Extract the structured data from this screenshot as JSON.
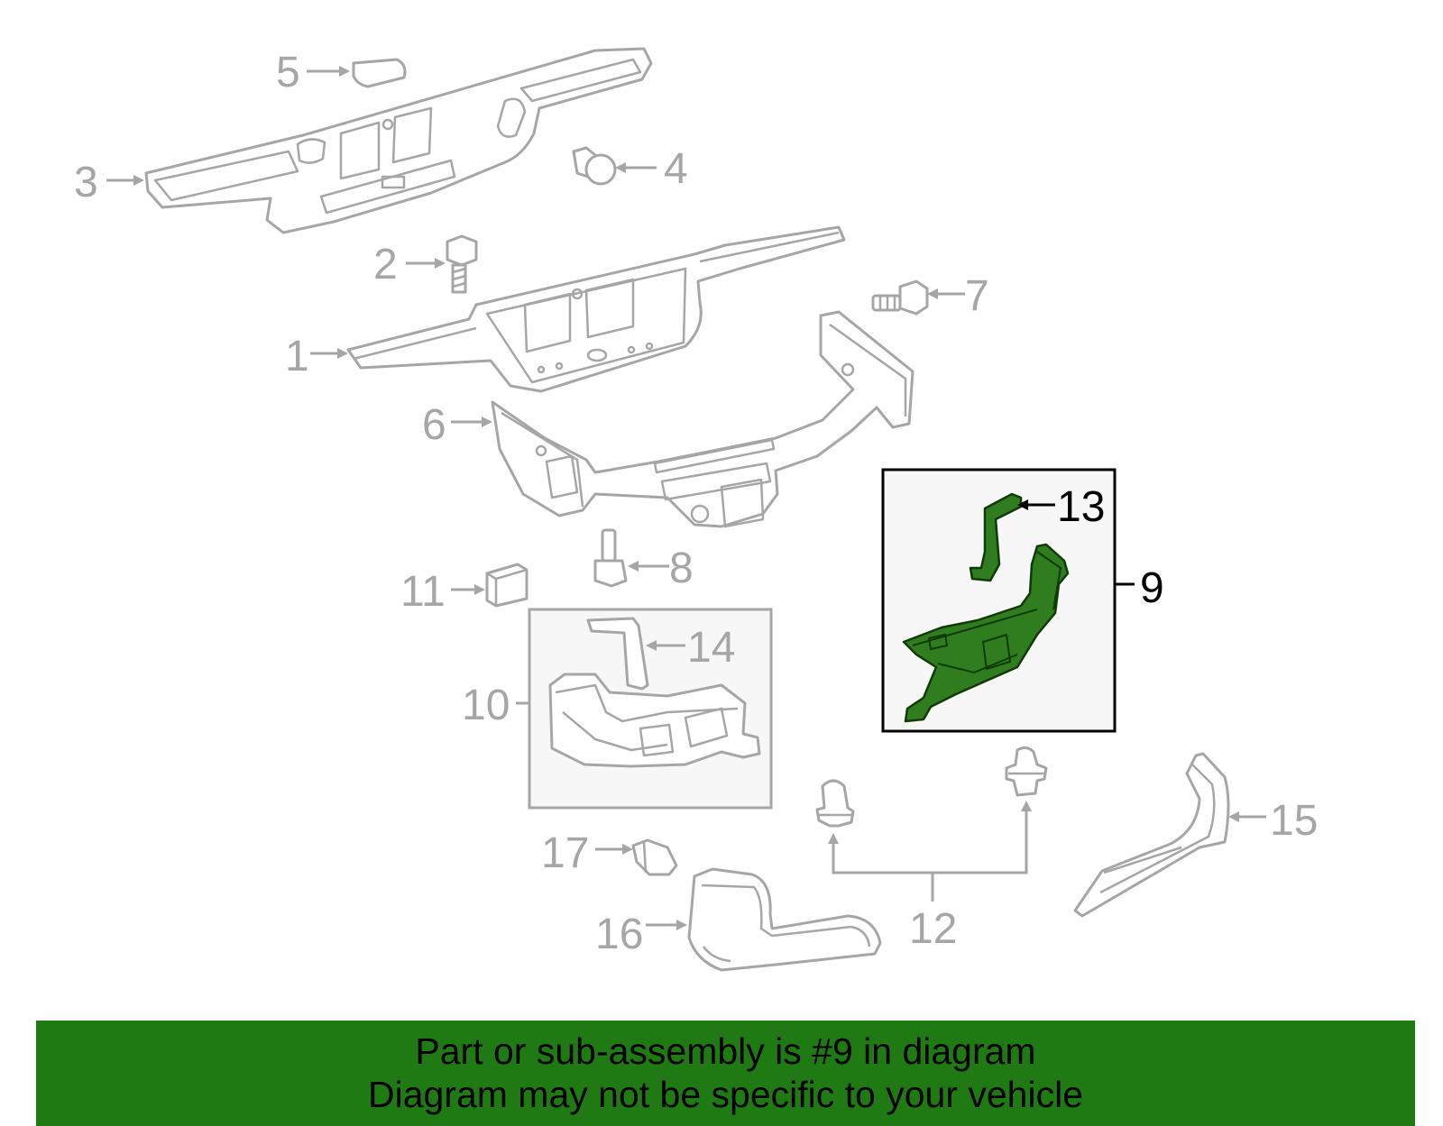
{
  "callouts": {
    "c1": "1",
    "c2": "2",
    "c3": "3",
    "c4": "4",
    "c5": "5",
    "c6": "6",
    "c7": "7",
    "c8": "8",
    "c9": "9",
    "c10": "10",
    "c11": "11",
    "c12": "12",
    "c13": "13",
    "c14": "14",
    "c15": "15",
    "c16": "16",
    "c17": "17"
  },
  "highlighted_part": "9",
  "colors": {
    "highlight_fill": "#2f7d1f",
    "banner_background": "#1f7a14",
    "line_art": "#a6a6a6"
  },
  "banner": {
    "line1": "Part or sub-assembly is #9 in diagram",
    "line2": "Diagram may not be specific to your vehicle"
  }
}
